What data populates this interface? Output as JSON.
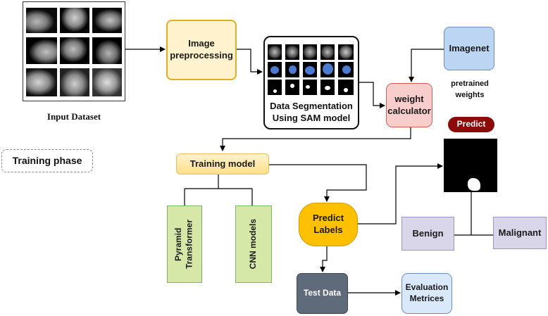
{
  "nodes": {
    "image_preprocessing": "Image\npreprocessing",
    "data_segmentation": "Data Segmentation\nUsing SAM model",
    "imagenet": "Imagenet",
    "weight_calculator": "weight\ncalculator",
    "training_model": "Training model",
    "pyramid_transformer": "Pyramid\nTransformer",
    "cnn_models": "CNN models",
    "predict_labels": "Predict\nLabels",
    "test_data": "Test Data",
    "evaluation_metrices": "Evaluation\nMetrices",
    "benign": "Benign",
    "malignant": "Malignant",
    "predict_badge": "Predict"
  },
  "labels": {
    "input_dataset": "Input Dataset",
    "pretrained_weights": "pretrained\nweights",
    "training_phase": "Training phase"
  },
  "colors": {
    "preprocess_fill": "#fff2cc",
    "preprocess_border": "#e0b020",
    "imagenet_fill": "#bcd5f2",
    "imagenet_border": "#6c8ebf",
    "weight_fill": "#f8cecc",
    "weight_border": "#d06060",
    "training_fill": "#ffe699",
    "green_fill": "#d5e8a8",
    "green_border": "#82b366",
    "predict_fill": "#ffc000",
    "test_fill": "#5f6b7a",
    "eval_fill": "#dae8fc",
    "class_fill": "#d9d6ea",
    "badge_fill": "#8b0a0a"
  }
}
